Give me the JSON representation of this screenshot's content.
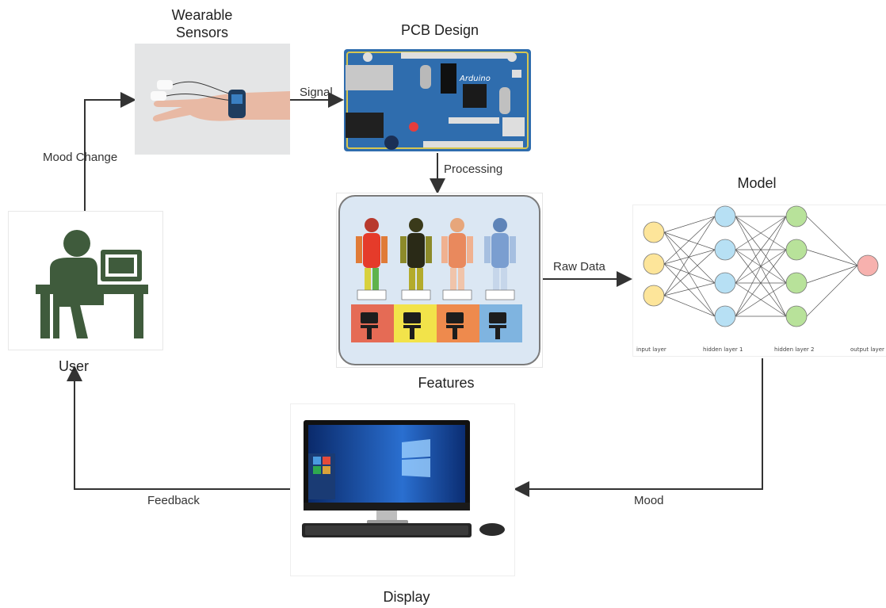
{
  "nodes": {
    "wearable_title_line1": "Wearable",
    "wearable_title_line2": "Sensors",
    "pcb_title": "PCB Design",
    "pcb_board_text": "Arduino",
    "model_title": "Model",
    "features_title": "Features",
    "user_title": "User",
    "display_title": "Display"
  },
  "edges": {
    "signal": "Signal",
    "processing": "Processing",
    "raw_data": "Raw Data",
    "mood_change": "Mood Change",
    "mood": "Mood",
    "feedback": "Feedback"
  },
  "nn_layers": [
    "input layer",
    "hidden layer 1",
    "hidden layer 2",
    "output layer"
  ],
  "colors": {
    "arrow": "#333333",
    "user_icon": "#3f5b3c",
    "input_node": "#fde59a",
    "hidden1_node": "#b7e0f4",
    "hidden2_node": "#b8e29a",
    "output_node": "#f7b1ae",
    "pcb_board": "#2f6dae"
  }
}
